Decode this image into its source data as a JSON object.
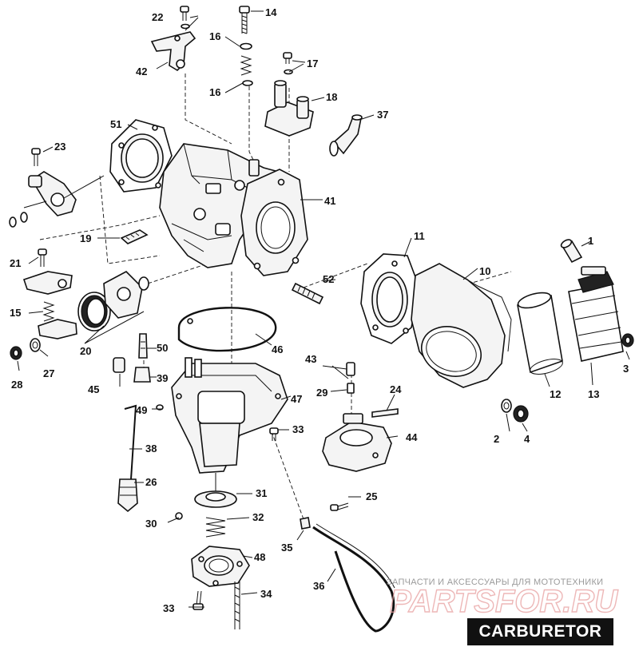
{
  "title": "CARBURETOR",
  "watermark": {
    "tagline": "ЗАПЧАСТИ И АКСЕССУАРЫ ДЛЯ МОТОТЕХНИКИ",
    "logo": "PARTSFOR.RU"
  },
  "callouts": [
    {
      "id": "1",
      "label": "1"
    },
    {
      "id": "2",
      "label": "2"
    },
    {
      "id": "3",
      "label": "3"
    },
    {
      "id": "4",
      "label": "4"
    },
    {
      "id": "10",
      "label": "10"
    },
    {
      "id": "11",
      "label": "11"
    },
    {
      "id": "12",
      "label": "12"
    },
    {
      "id": "13",
      "label": "13"
    },
    {
      "id": "14",
      "label": "14"
    },
    {
      "id": "15",
      "label": "15"
    },
    {
      "id": "16a",
      "label": "16"
    },
    {
      "id": "16b",
      "label": "16"
    },
    {
      "id": "17",
      "label": "17"
    },
    {
      "id": "18",
      "label": "18"
    },
    {
      "id": "19",
      "label": "19"
    },
    {
      "id": "20",
      "label": "20"
    },
    {
      "id": "21",
      "label": "21"
    },
    {
      "id": "22",
      "label": "22"
    },
    {
      "id": "23",
      "label": "23"
    },
    {
      "id": "24",
      "label": "24"
    },
    {
      "id": "25",
      "label": "25"
    },
    {
      "id": "26",
      "label": "26"
    },
    {
      "id": "27",
      "label": "27"
    },
    {
      "id": "28",
      "label": "28"
    },
    {
      "id": "29",
      "label": "29"
    },
    {
      "id": "30",
      "label": "30"
    },
    {
      "id": "31",
      "label": "31"
    },
    {
      "id": "32",
      "label": "32"
    },
    {
      "id": "33a",
      "label": "33"
    },
    {
      "id": "33b",
      "label": "33"
    },
    {
      "id": "34",
      "label": "34"
    },
    {
      "id": "35",
      "label": "35"
    },
    {
      "id": "36",
      "label": "36"
    },
    {
      "id": "37",
      "label": "37"
    },
    {
      "id": "38",
      "label": "38"
    },
    {
      "id": "39",
      "label": "39"
    },
    {
      "id": "41",
      "label": "41"
    },
    {
      "id": "42",
      "label": "42"
    },
    {
      "id": "43",
      "label": "43"
    },
    {
      "id": "44",
      "label": "44"
    },
    {
      "id": "45",
      "label": "45"
    },
    {
      "id": "46",
      "label": "46"
    },
    {
      "id": "47",
      "label": "47"
    },
    {
      "id": "48",
      "label": "48"
    },
    {
      "id": "49",
      "label": "49"
    },
    {
      "id": "50",
      "label": "50"
    },
    {
      "id": "51",
      "label": "51"
    },
    {
      "id": "52",
      "label": "52"
    }
  ]
}
